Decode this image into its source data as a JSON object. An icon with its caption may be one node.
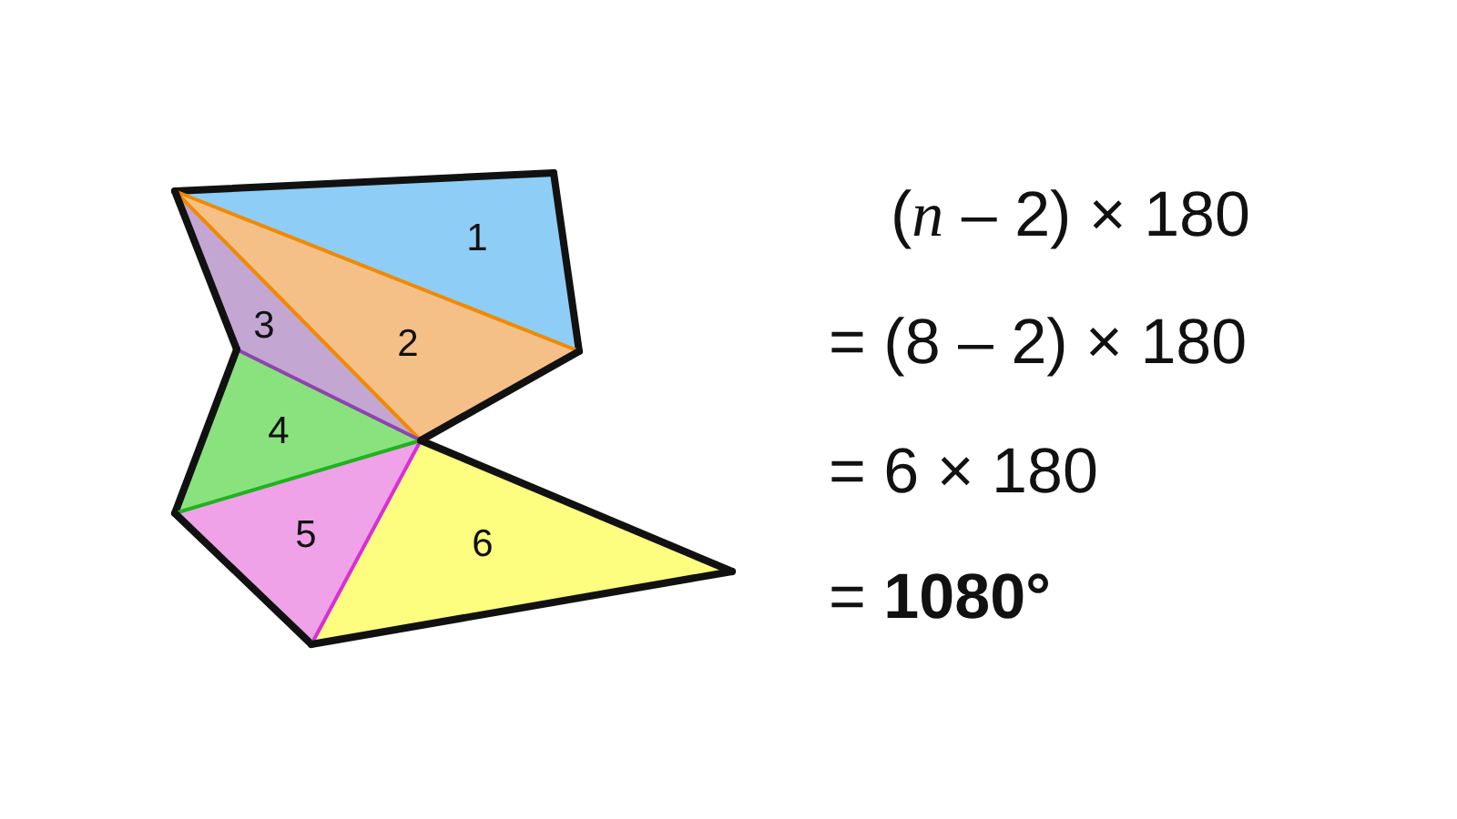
{
  "diagram": {
    "nodes": [
      {
        "text": [
          "1"
        ]
      },
      {
        "text": [
          "2"
        ]
      },
      {
        "text": [
          "3"
        ]
      },
      {
        "text": [
          "4"
        ]
      },
      {
        "text": [
          "5"
        ]
      },
      {
        "text": [
          "6"
        ]
      }
    ],
    "labels": [
      "(*n* – 2) × 180",
      "= (8 – 2) × 180",
      "= 6 × 180",
      "= **1080°**"
    ]
  }
}
